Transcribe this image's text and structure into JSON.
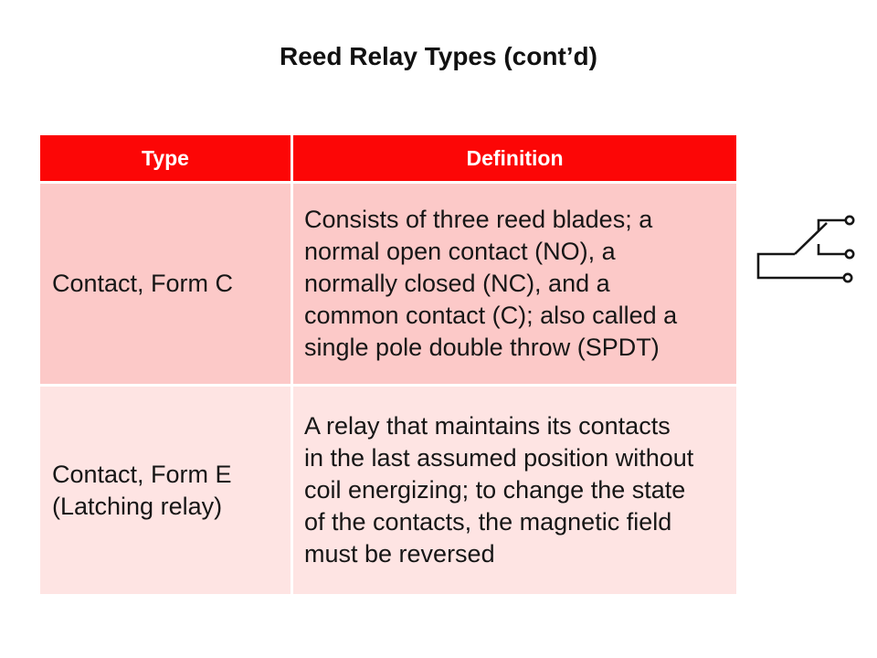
{
  "title": "Reed Relay Types (cont’d)",
  "table": {
    "headers": [
      "Type",
      "Definition"
    ],
    "rows": [
      {
        "type": "Contact, Form C",
        "definition": "Consists of three reed blades; a normal open contact (NO), a normally closed (NC), and a common contact (C); also called a single pole double throw (SPDT)"
      },
      {
        "type": "Contact, Form E (Latching relay)",
        "definition": "A relay that maintains its contacts in the last assumed position without coil energizing; to change the state of the contacts, the magnetic field must be reversed"
      }
    ]
  },
  "diagram": {
    "name": "SPDT relay contact schematic symbol",
    "terminal_count": 3
  },
  "colors": {
    "header_bg": "#fc0606",
    "header_text": "#ffffff",
    "row1_bg": "#fcc9c8",
    "row2_bg": "#fee4e3",
    "body_text": "#161616",
    "line": "#161616",
    "background": "#ffffff"
  }
}
